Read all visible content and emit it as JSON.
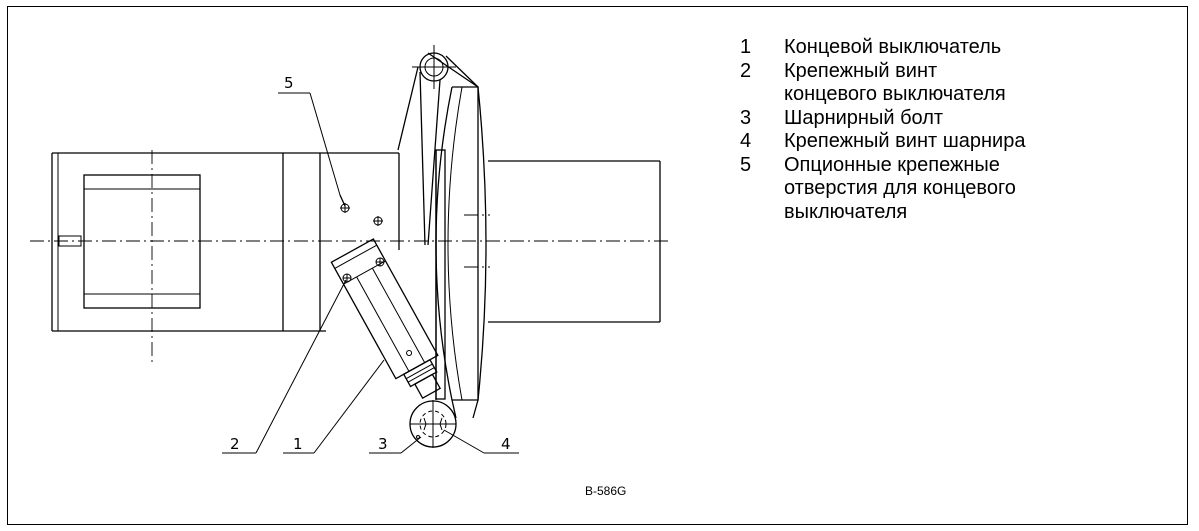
{
  "legend": {
    "items": [
      {
        "num": "1",
        "text": "Концевой выключатель"
      },
      {
        "num": "2",
        "text": "Крепежный винт концевого выключателя"
      },
      {
        "num": "3",
        "text": "Шарнирный болт"
      },
      {
        "num": "4",
        "text": "Крепежный винт шарнира"
      },
      {
        "num": "5",
        "text": "Опционные крепежные отверстия для концевого выключателя"
      }
    ]
  },
  "callouts": {
    "c1": "1",
    "c2": "2",
    "c3": "3",
    "c4": "4",
    "c5": "5"
  },
  "drawing_code": "B-586G"
}
